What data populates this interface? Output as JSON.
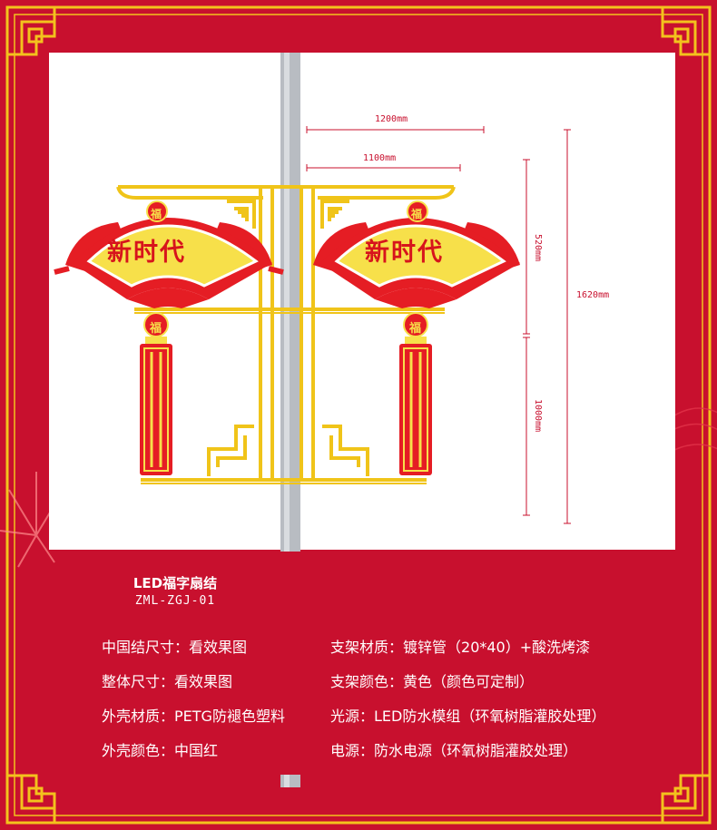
{
  "dimensions": {
    "width_1200": "1200mm",
    "width_1100": "1100mm",
    "height_520": "520mm",
    "height_1000": "1000mm",
    "height_1620": "1620mm"
  },
  "sign": {
    "left_text": "新时代",
    "right_text": "新时代",
    "emblem": "福"
  },
  "product": {
    "title": "LED福字扇结",
    "code": "ZML-ZGJ-01"
  },
  "specs": [
    {
      "label": "中国结尺寸：",
      "value": "看效果图"
    },
    {
      "label": "支架材质：",
      "value": "镀锌管（20*40）+酸洗烤漆"
    },
    {
      "label": "整体尺寸：",
      "value": "看效果图"
    },
    {
      "label": "支架颜色：",
      "value": "黄色（颜色可定制）"
    },
    {
      "label": "外壳材质：",
      "value": "PETG防褪色塑料"
    },
    {
      "label": "光源：",
      "value": "LED防水模组（环氧树脂灌胶处理）"
    },
    {
      "label": "外壳颜色：",
      "value": "中国红"
    },
    {
      "label": "电源：",
      "value": "防水电源（环氧树脂灌胶处理）"
    }
  ],
  "colors": {
    "red": "#c8102e",
    "gold": "#f0c419",
    "white": "#ffffff",
    "pole": "#b8bcc2"
  }
}
